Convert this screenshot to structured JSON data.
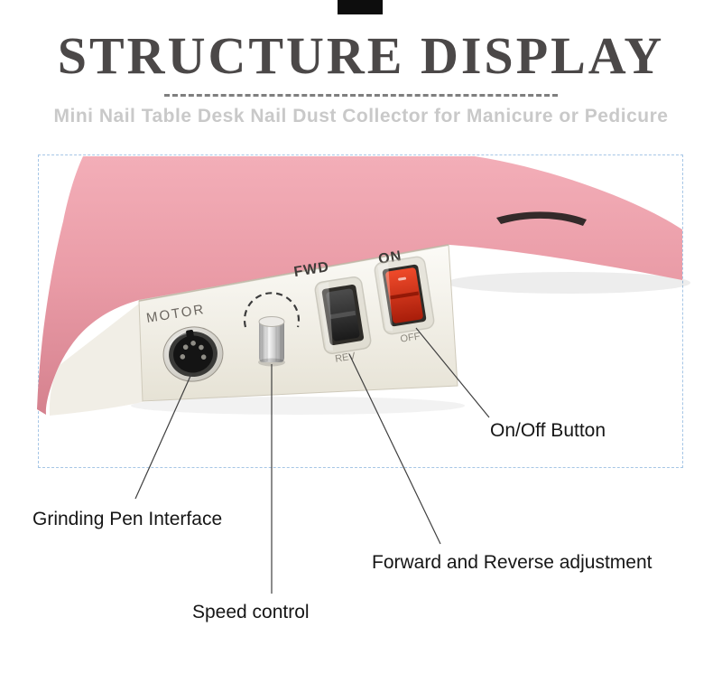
{
  "header": {
    "title": "STRUCTURE DISPLAY",
    "subtitle": "Mini Nail Table Desk Nail Dust Collector for Manicure or Pedicure"
  },
  "device": {
    "labels": {
      "motor": "MOTOR",
      "fwd": "FWD",
      "rev": "REV",
      "on": "ON",
      "off": "OFF"
    }
  },
  "annotations": {
    "on_off": "On/Off Button",
    "grinding_pen": "Grinding Pen Interface",
    "speed_control": "Speed control",
    "forward_reverse": "Forward and Reverse adjustment"
  },
  "colors": {
    "device_body_pink": "#ea9ca7",
    "front_panel": "#f2efe6",
    "switch_red": "#cc2a12",
    "title_text": "#4b4848",
    "subtitle_text": "#c9c9c9",
    "frame_border": "#a6c6e6",
    "annotation_text": "#161616"
  }
}
